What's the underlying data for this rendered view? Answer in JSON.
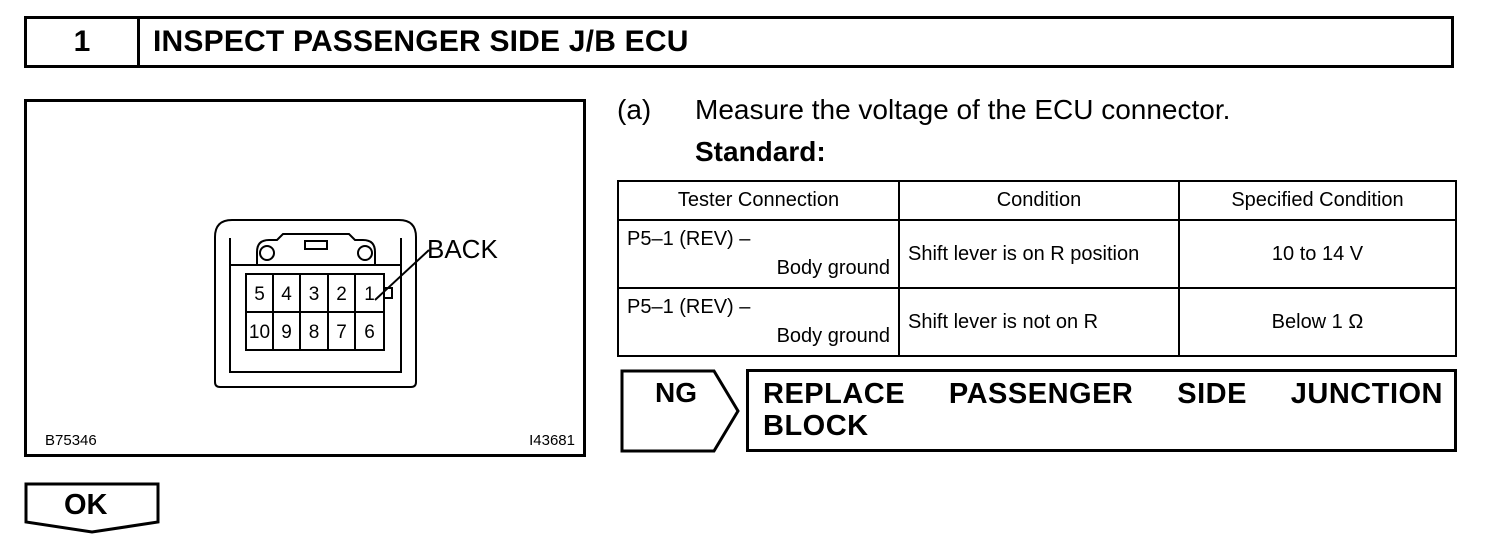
{
  "step": {
    "number": "1",
    "title": "INSPECT PASSENGER SIDE J/B ECU"
  },
  "figure": {
    "back_label": "BACK",
    "code_left": "B75346",
    "code_right": "I43681",
    "pins_top": [
      "5",
      "4",
      "3",
      "2",
      "1"
    ],
    "pins_bottom": [
      "10",
      "9",
      "8",
      "7",
      "6"
    ]
  },
  "instruction": {
    "letter": "(a)",
    "text": "Measure the voltage of the ECU connector.",
    "standard_label": "Standard:"
  },
  "table": {
    "headers": [
      "Tester Connection",
      "Condition",
      "Specified Condition"
    ],
    "rows": [
      {
        "tester_line1": "P5–1 (REV) –",
        "tester_line2": "Body ground",
        "condition": "Shift lever is on R position",
        "specified": "10 to 14 V"
      },
      {
        "tester_line1": "P5–1 (REV) –",
        "tester_line2": "Body ground",
        "condition": "Shift lever is not on R",
        "specified": "Below 1 Ω"
      }
    ]
  },
  "result": {
    "ng_label": "NG",
    "ng_line1": "REPLACE PASSENGER SIDE JUNCTION",
    "ng_line2": "BLOCK",
    "ok_label": "OK"
  }
}
